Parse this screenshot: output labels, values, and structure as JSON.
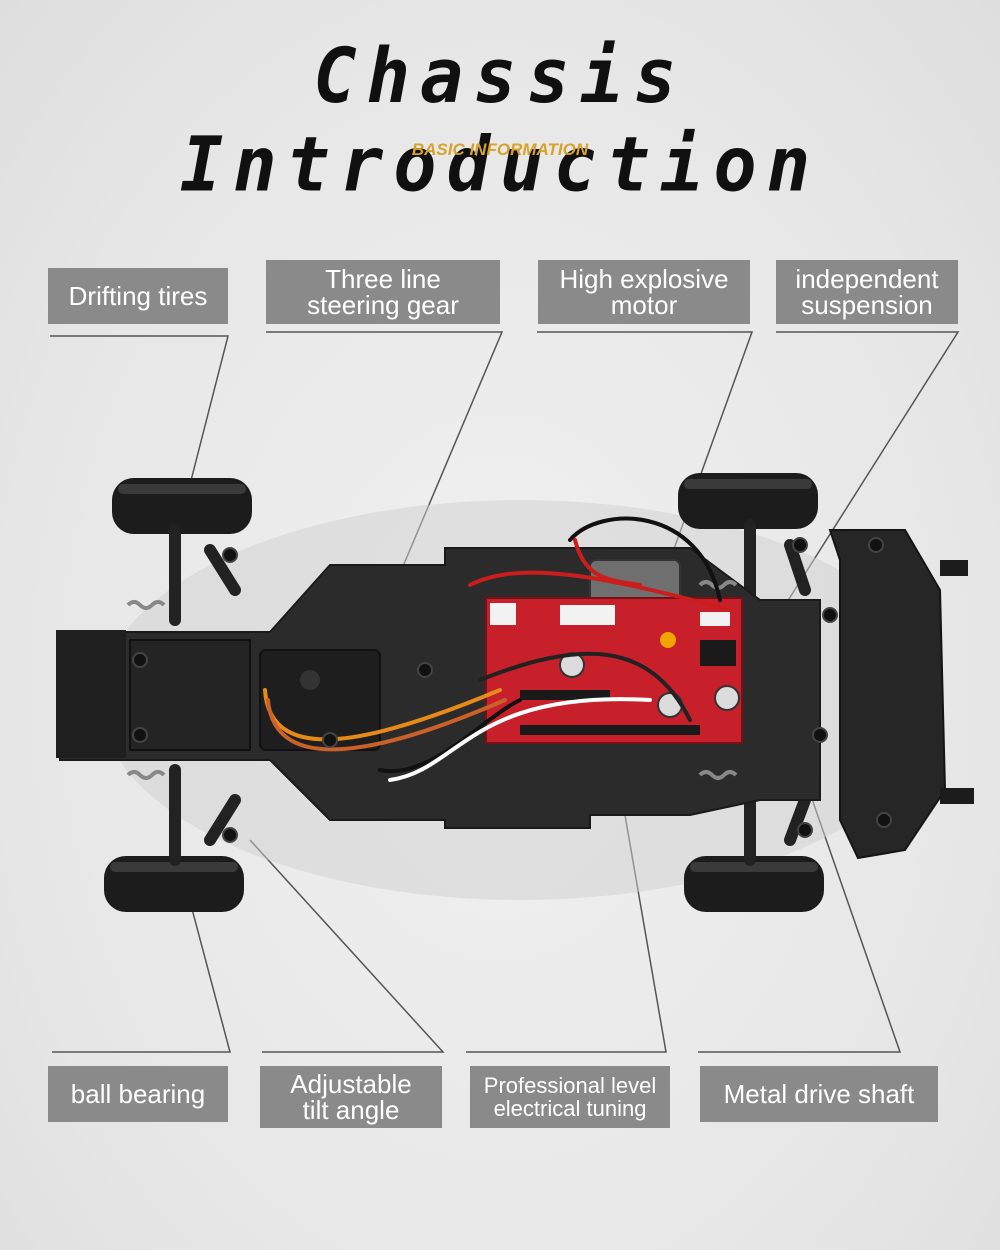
{
  "header": {
    "title": "Chassis Introduction",
    "subtitle": "BASIC INFORMATION"
  },
  "labels": {
    "drifting_tires": "Drifting tires",
    "steering_gear": "Three line\nsteering gear",
    "motor": "High explosive\nmotor",
    "suspension": "independent\nsuspension",
    "ball_bearing": "ball bearing",
    "tilt_angle": "Adjustable\ntilt angle",
    "electrical_tuning": "Professional level\nelectrical tuning",
    "drive_shaft": "Metal drive shaft"
  },
  "colors": {
    "label_bg": "#8a8a8a",
    "label_text": "#ffffff",
    "subtitle": "#d8a12a",
    "chassis": "#2a2a2a",
    "board": "#c8202a"
  }
}
